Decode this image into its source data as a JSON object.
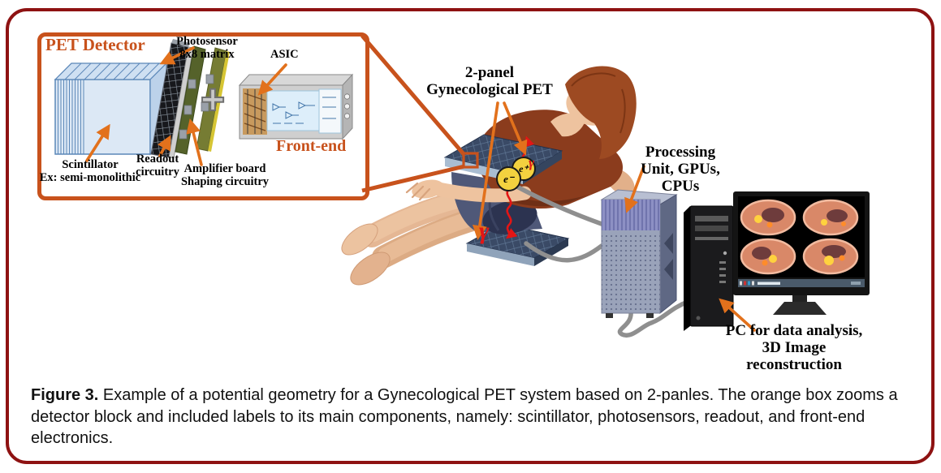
{
  "figure_caption": {
    "label": "Figure 3.",
    "text": "Example of a potential geometry for a Gynecological PET system based on 2-panles. The orange box zooms a detector block and included labels to its main components, namely: scintillator, photosensors, readout, and front-end electronics."
  },
  "inset": {
    "title": "PET Detector",
    "photosensor_label": [
      "Photosensor",
      "8x8 matrix"
    ],
    "asic_label": "ASIC",
    "front_end_label": "Front-end",
    "scintillator_label": [
      "Scintillator",
      "Ex: semi-monolithic"
    ],
    "readout_label": [
      "Readout",
      "circuitry"
    ],
    "amplifier_label": [
      "Amplifier board",
      "Shaping circuitry"
    ],
    "plus_sign": "+"
  },
  "scene": {
    "panel_label": [
      "2-panel",
      "Gynecological PET"
    ],
    "processing_label": [
      "Processing",
      "Unit, GPUs,",
      "CPUs"
    ],
    "pc_label": [
      "PC for data analysis,",
      "3D Image",
      "reconstruction"
    ],
    "gamma_symbol": "γ",
    "electron_symbol": "e⁻",
    "positron_symbol": "e⁺"
  },
  "colors": {
    "frame_red": "#8e1212",
    "accent_orange": "#c8521c",
    "arrow_orange": "#e2711c",
    "gamma_red": "#e31515",
    "panel_navy": "#3a4a66",
    "scintillator_blue": "#dce8f5",
    "board_green": "#55622a",
    "skin": "#ecc3a0",
    "shirt_brown": "#8b3c1d",
    "hair_auburn": "#9d4a22",
    "server_grey_blue": "#9aa3ba",
    "pet_scan_orange": "#d98868"
  }
}
